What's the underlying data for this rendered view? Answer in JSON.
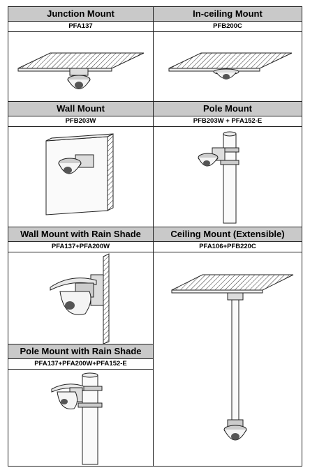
{
  "mounts": [
    {
      "title": "Junction Mount",
      "model": "PFA137"
    },
    {
      "title": "In-ceiling Mount",
      "model": "PFB200C"
    },
    {
      "title": "Wall Mount",
      "model": "PFB203W"
    },
    {
      "title": "Pole Mount",
      "model": "PFB203W + PFA152-E"
    },
    {
      "title": "Wall Mount with Rain Shade",
      "model": "PFA137+PFA200W"
    },
    {
      "title": "Ceiling Mount (Extensible)",
      "model": "PFA106+PFB220C"
    },
    {
      "title": "Pole Mount with Rain Shade",
      "model": "PFA137+PFA200W+PFA152-E"
    }
  ]
}
